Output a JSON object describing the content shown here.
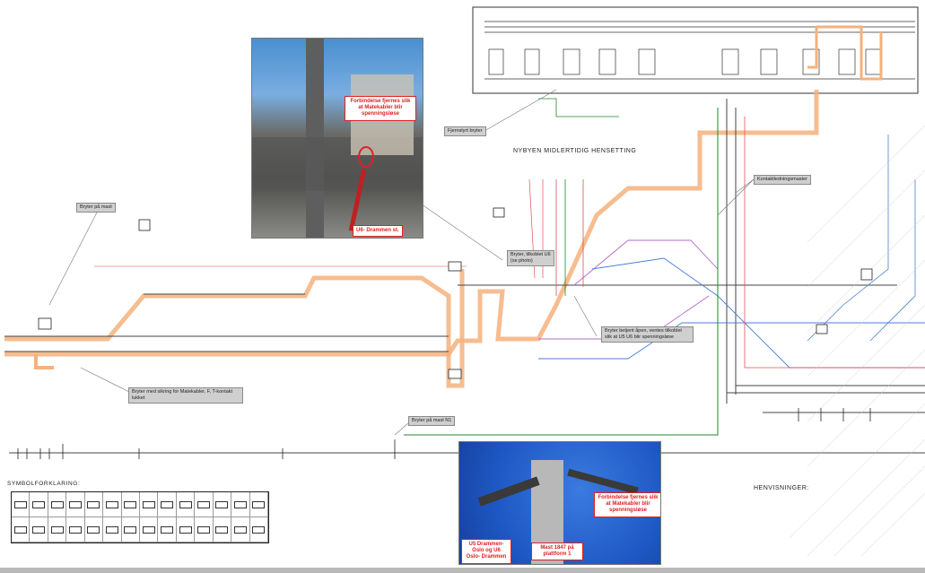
{
  "diagram": {
    "section_titles": {
      "temporary_area": "NYBYEN MIDLERTIDIG HENSETTING",
      "legend": "SYMBOLFORKLARING:",
      "references": "HENVISNINGER:"
    },
    "photo_top": {
      "note": "Forbindelse fjernes slik at Matekabler blir spenningsløse",
      "label": "U6- Drammen st."
    },
    "photo_bottom": {
      "note": "Forbindelse fjernes slik at Matekabler blir spenningsløse",
      "label_left": "U5 Drammen-Oslo og U6 Oslo- Drammen",
      "label_right": "Mast 1847 på plattform 1"
    },
    "callouts": [
      "Bryter på mast",
      "Bryter, tilkoblet U6 (se photo)",
      "Fjernstyrt bryter",
      "Bryter betjent åpen, ventes tilkoblet slik at U5 U6 blir spenningsløse",
      "Bryter med sikring for Matekabler, F, T-kontakt lukket",
      "Bryter på mast N1",
      "Kontaktledningsmaster"
    ],
    "colors": {
      "highlight": "#f4b27c",
      "contact_line": "#444444",
      "feeder_green": "#1d8a2e",
      "feeder_blue": "#4a7fd4",
      "feeder_purple": "#b06ad0",
      "feeder_red": "#e05050"
    }
  }
}
